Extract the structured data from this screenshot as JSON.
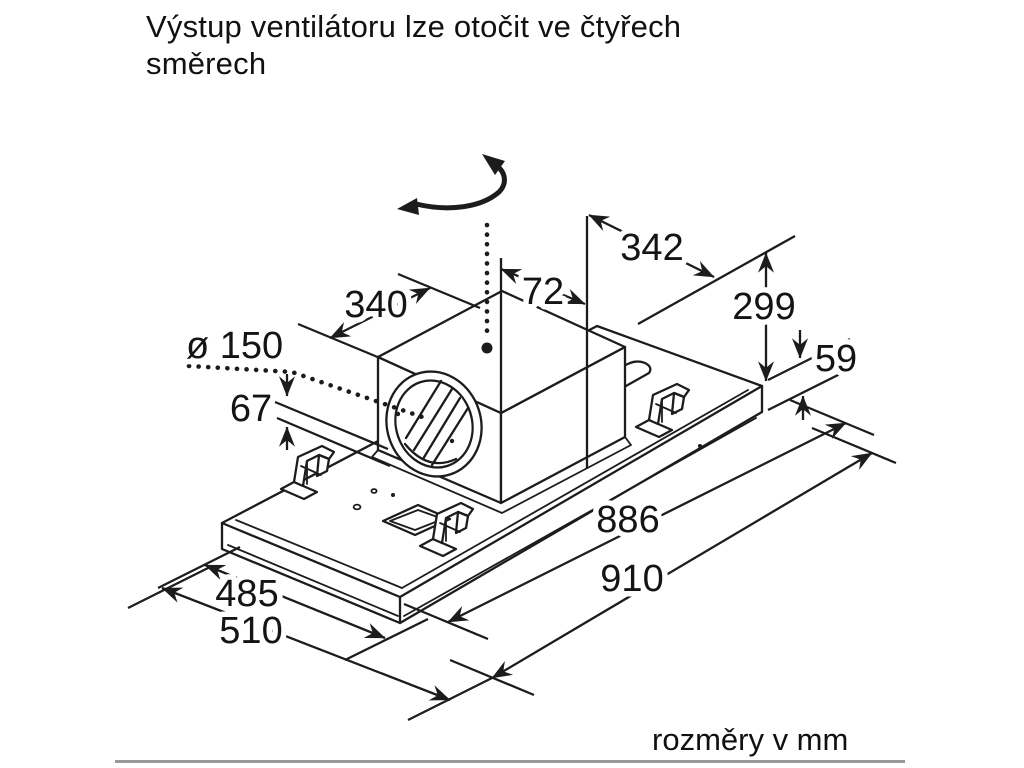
{
  "title": "Výstup ventilátoru lze otočit ve čtyřech směrech",
  "footer": {
    "units_note": "rozměry v mm"
  },
  "diagram": {
    "type": "technical-drawing",
    "subject": "ceiling ventilator unit with rotatable fan outlet, isometric view with dimensions",
    "dims": {
      "d342": "342",
      "d340": "340",
      "d72": "72",
      "d299": "299",
      "d59": "59",
      "d150": "ø 150",
      "d67": "67",
      "d886": "886",
      "d910": "910",
      "d485": "485",
      "d510": "510"
    },
    "colors": {
      "line": "#1c1c1c",
      "background": "#ffffff",
      "divider": "#9a9a9a"
    }
  }
}
